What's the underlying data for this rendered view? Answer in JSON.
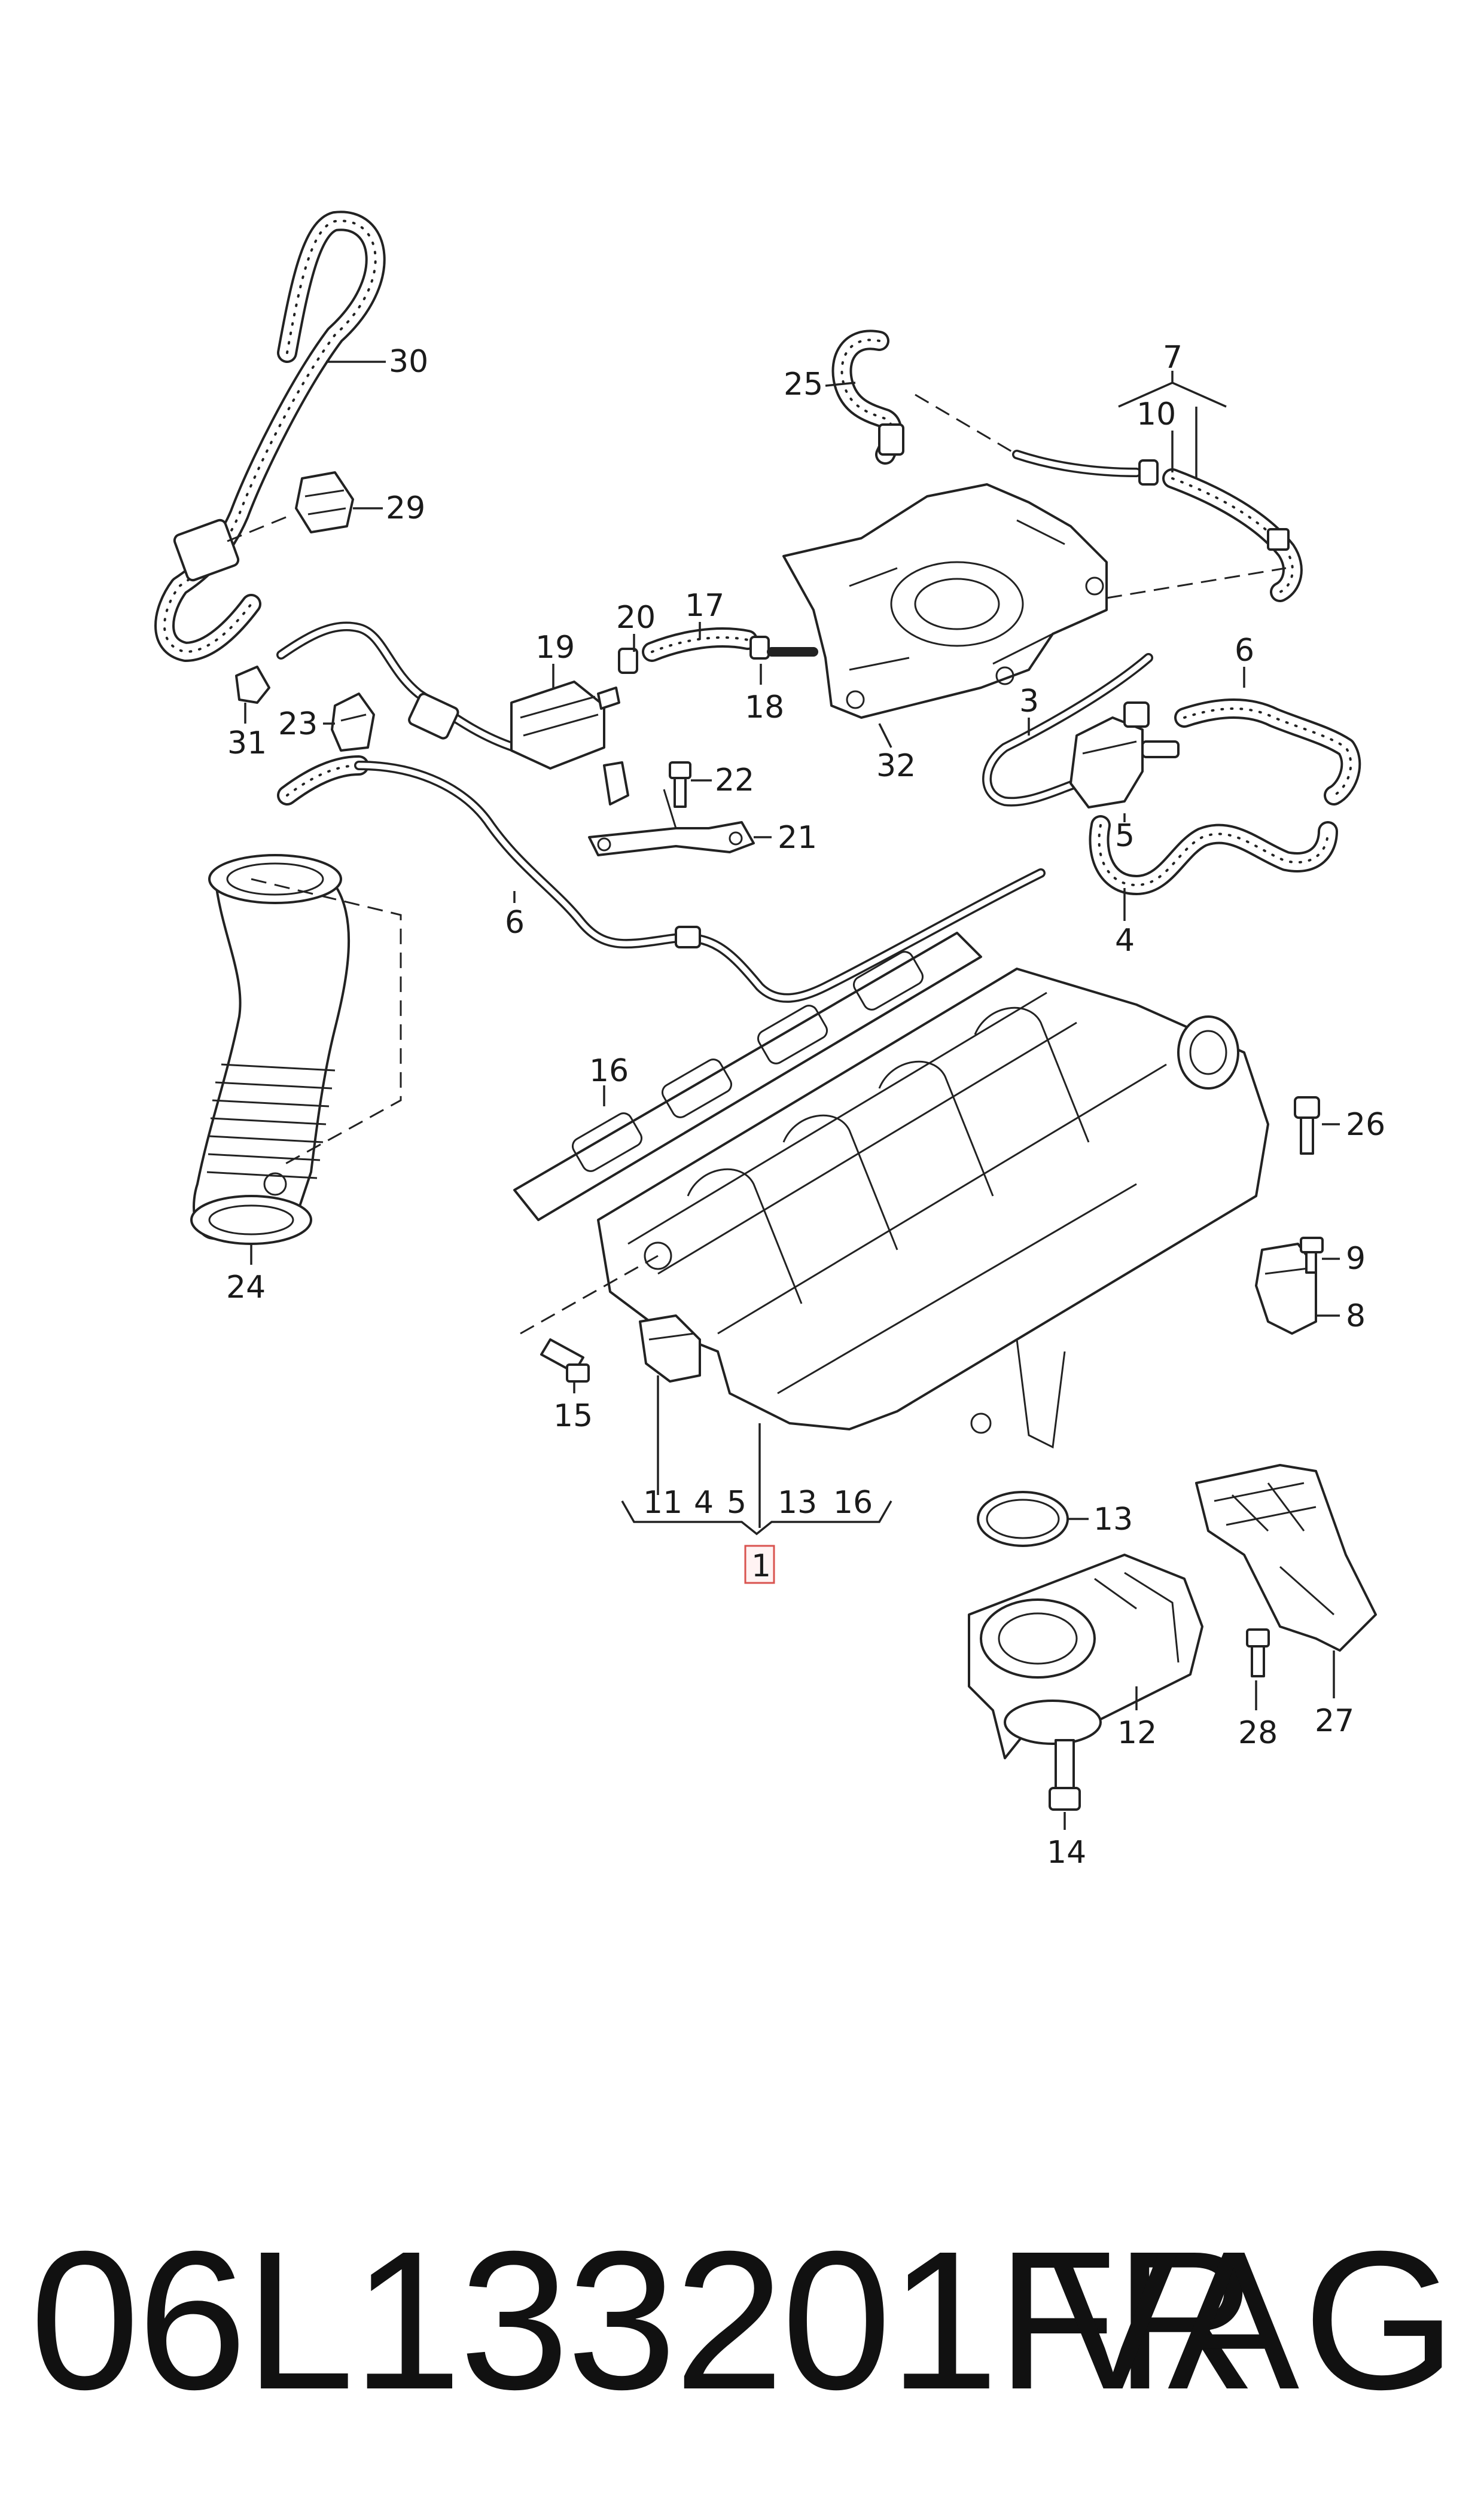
{
  "callouts": [
    {
      "id": "c30",
      "label": "30"
    },
    {
      "id": "c29",
      "label": "29"
    },
    {
      "id": "c25",
      "label": "25"
    },
    {
      "id": "c7",
      "label": "7"
    },
    {
      "id": "c10",
      "label": "10"
    },
    {
      "id": "c17",
      "label": "17"
    },
    {
      "id": "c19",
      "label": "19"
    },
    {
      "id": "c20",
      "label": "20"
    },
    {
      "id": "c18",
      "label": "18"
    },
    {
      "id": "c31",
      "label": "31"
    },
    {
      "id": "c23",
      "label": "23"
    },
    {
      "id": "c3",
      "label": "3"
    },
    {
      "id": "c6a",
      "label": "6"
    },
    {
      "id": "c32",
      "label": "32"
    },
    {
      "id": "c22",
      "label": "22"
    },
    {
      "id": "c21",
      "label": "21"
    },
    {
      "id": "c5",
      "label": "5"
    },
    {
      "id": "c4",
      "label": "4"
    },
    {
      "id": "c6b",
      "label": "6"
    },
    {
      "id": "c16",
      "label": "16"
    },
    {
      "id": "c26",
      "label": "26"
    },
    {
      "id": "c24",
      "label": "24"
    },
    {
      "id": "c9",
      "label": "9"
    },
    {
      "id": "c8",
      "label": "8"
    },
    {
      "id": "c15",
      "label": "15"
    },
    {
      "id": "g11",
      "label": "11"
    },
    {
      "id": "g4",
      "label": "4"
    },
    {
      "id": "g5",
      "label": "5"
    },
    {
      "id": "g13",
      "label": "13"
    },
    {
      "id": "g16",
      "label": "16"
    },
    {
      "id": "c1",
      "label": "1"
    },
    {
      "id": "c13",
      "label": "13"
    },
    {
      "id": "c12",
      "label": "12"
    },
    {
      "id": "c28",
      "label": "28"
    },
    {
      "id": "c27",
      "label": "27"
    },
    {
      "id": "c14",
      "label": "14"
    }
  ],
  "footer": {
    "part_number": "06L133201FR",
    "brand": "VAG"
  },
  "colors": {
    "line": "#222222",
    "highlight_box": "#d9534f"
  }
}
